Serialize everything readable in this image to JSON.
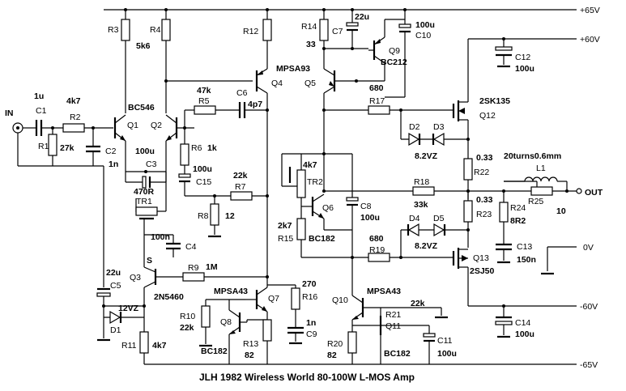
{
  "title": "JLH 1982 Wireless World 80-100W L-MOS Amp",
  "input_label": "IN",
  "output_label": "OUT",
  "rails": {
    "p65": "+65V",
    "p60": "+60V",
    "zero": "0V",
    "n60": "-60V",
    "n65": "-65V"
  },
  "components": {
    "C1": {
      "ref": "C1",
      "value": "1u"
    },
    "R1": {
      "ref": "R1",
      "value": "27k"
    },
    "R2": {
      "ref": "R2",
      "value": "4k7"
    },
    "C2": {
      "ref": "C2",
      "value": "1n"
    },
    "R3": {
      "ref": "R3",
      "value": "5k6"
    },
    "R4": {
      "ref": "R4",
      "value": ""
    },
    "Q1": {
      "ref": "Q1",
      "value": "BC546"
    },
    "Q2": {
      "ref": "Q2",
      "value": ""
    },
    "C3": {
      "ref": "C3",
      "value": "100u"
    },
    "TR1": {
      "ref": "TR1",
      "value": "470R"
    },
    "R5": {
      "ref": "R5",
      "value": "47k"
    },
    "C6": {
      "ref": "C6",
      "value": "4p7"
    },
    "R6": {
      "ref": "R6",
      "value": "1k"
    },
    "C15": {
      "ref": "C15",
      "value": "100u"
    },
    "R7": {
      "ref": "R7",
      "value": "22k"
    },
    "R8": {
      "ref": "R8",
      "value": "12"
    },
    "R12": {
      "ref": "R12",
      "value": ""
    },
    "Q4": {
      "ref": "Q4",
      "value": "MPSA93"
    },
    "Q5": {
      "ref": "Q5",
      "value": ""
    },
    "R14": {
      "ref": "R14",
      "value": "33"
    },
    "C7": {
      "ref": "C7",
      "value": "22u"
    },
    "C10": {
      "ref": "C10",
      "value": "100u"
    },
    "Q9": {
      "ref": "Q9",
      "value": "BC212"
    },
    "R17": {
      "ref": "R17",
      "value": "680"
    },
    "Q12": {
      "ref": "Q12",
      "value": "2SK135"
    },
    "D2": {
      "ref": "D2",
      "value": ""
    },
    "D3": {
      "ref": "D3",
      "value": "8.2VZ"
    },
    "C12": {
      "ref": "C12",
      "value": "100u"
    },
    "R22": {
      "ref": "R22",
      "value": "0.33"
    },
    "R23": {
      "ref": "R23",
      "value": "0.33"
    },
    "L1": {
      "ref": "L1",
      "value": "20turns0.6mm"
    },
    "R25": {
      "ref": "R25",
      "value": "10"
    },
    "R24": {
      "ref": "R24",
      "value": "8R2"
    },
    "C13": {
      "ref": "C13",
      "value": "150n"
    },
    "R18": {
      "ref": "R18",
      "value": "33k"
    },
    "TR2": {
      "ref": "TR2",
      "value": "4k7"
    },
    "Q6": {
      "ref": "Q6",
      "value": "BC182"
    },
    "R15": {
      "ref": "R15",
      "value": "2k7"
    },
    "C8": {
      "ref": "C8",
      "value": "100u"
    },
    "D4": {
      "ref": "D4",
      "value": ""
    },
    "D5": {
      "ref": "D5",
      "value": "8.2VZ"
    },
    "R19": {
      "ref": "R19",
      "value": "680"
    },
    "Q13": {
      "ref": "Q13",
      "value": "2SJ50"
    },
    "C14": {
      "ref": "C14",
      "value": "100u"
    },
    "C4": {
      "ref": "C4",
      "value": "100n"
    },
    "Q3": {
      "ref": "Q3",
      "value": "2N5460"
    },
    "R9": {
      "ref": "R9",
      "value": "1M"
    },
    "C5": {
      "ref": "C5",
      "value": "22u"
    },
    "D1": {
      "ref": "D1",
      "value": "12VZ"
    },
    "R11": {
      "ref": "R11",
      "value": "4k7"
    },
    "Q7": {
      "ref": "Q7",
      "value": "MPSA43"
    },
    "R16": {
      "ref": "R16",
      "value": "270"
    },
    "R10": {
      "ref": "R10",
      "value": "22k"
    },
    "Q8": {
      "ref": "Q8",
      "value": "BC182"
    },
    "R13": {
      "ref": "R13",
      "value": "82"
    },
    "C9": {
      "ref": "C9",
      "value": "1n"
    },
    "Q10": {
      "ref": "Q10",
      "value": "MPSA43"
    },
    "R20": {
      "ref": "R20",
      "value": "82"
    },
    "R21": {
      "ref": "R21",
      "value": "22k"
    },
    "Q11": {
      "ref": "Q11",
      "value": "BC182"
    },
    "C11": {
      "ref": "C11",
      "value": "100u"
    }
  },
  "markers": {
    "source_pin": "S"
  }
}
